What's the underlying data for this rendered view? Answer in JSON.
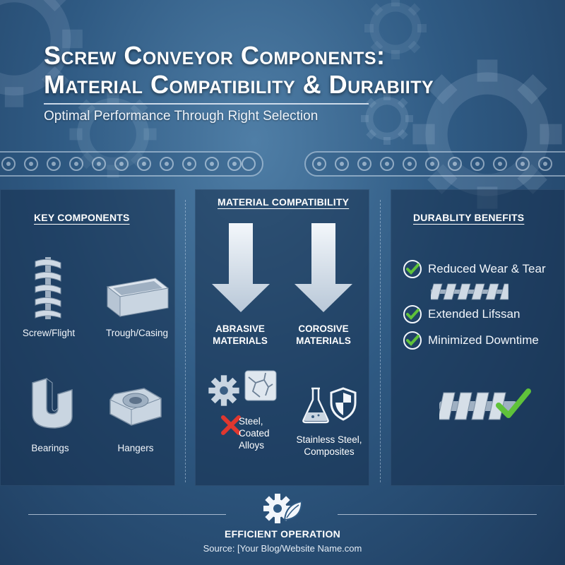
{
  "header": {
    "title_line1": "Screw Conveyor Components:",
    "title_line2": "Material Compatibility & Durabiity",
    "subtitle": "Optimal Performance Through Right Selection"
  },
  "key_components": {
    "title": "KEY COMPONENTS",
    "items": [
      {
        "label": "Screw/Flight",
        "icon": "screw-flight-icon"
      },
      {
        "label": "Trough/Casing",
        "icon": "trough-icon"
      },
      {
        "label": "Bearings",
        "icon": "bearing-icon"
      },
      {
        "label": "Hangers",
        "icon": "hanger-icon"
      }
    ]
  },
  "material_compatibility": {
    "title": "MATERIAL COMPATIBILITY",
    "abrasive": {
      "line1": "ABRASIVE",
      "line2": "MATERIALS"
    },
    "corrosive": {
      "line1": "COROSIVE",
      "line2": "MATERIALS"
    },
    "abrasive_result": {
      "line1": "Steel,",
      "line2": "Coated",
      "line3": "Alloys"
    },
    "corrosive_result": {
      "line1": "Stainless Steel,",
      "line2": "Composites"
    }
  },
  "durability": {
    "title": "DURABLITY BENEFITS",
    "items": [
      {
        "label": "Reduced Wear & Tear"
      },
      {
        "label": "Extended Lifssan"
      },
      {
        "label": "Minimized Downtime"
      }
    ]
  },
  "footer": {
    "title": "EFFICIENT OPERATION",
    "source": "Source: [Your Blog/Website Name.com"
  },
  "colors": {
    "check": "#5fc23a",
    "cross": "#e0372f",
    "metal": "#c7d3e0"
  }
}
